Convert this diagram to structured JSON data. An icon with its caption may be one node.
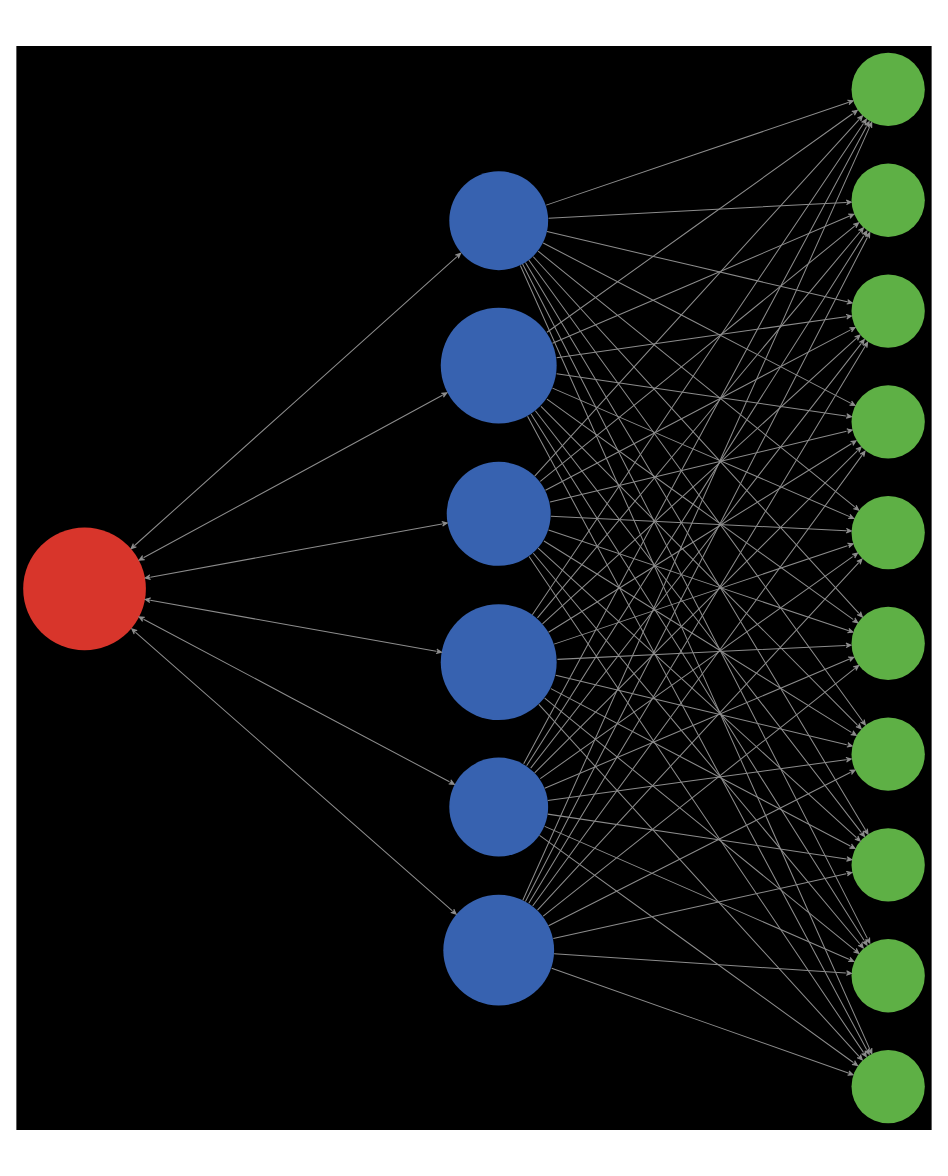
{
  "diagram": {
    "nodes": [
      {
        "text": [],
        "shape": "circle"
      },
      {
        "text": [],
        "shape": "circle"
      },
      {
        "text": [],
        "shape": "circle"
      },
      {
        "text": [],
        "shape": "circle"
      },
      {
        "text": [],
        "shape": "circle"
      },
      {
        "text": [],
        "shape": "circle"
      },
      {
        "text": [],
        "shape": "circle"
      },
      {
        "text": [],
        "shape": "circle"
      },
      {
        "text": [],
        "shape": "circle"
      },
      {
        "text": [],
        "shape": "circle"
      },
      {
        "text": [],
        "shape": "circle"
      },
      {
        "text": [],
        "shape": "circle"
      },
      {
        "text": [],
        "shape": "circle"
      },
      {
        "text": [],
        "shape": "circle"
      },
      {
        "text": [],
        "shape": "circle"
      },
      {
        "text": [],
        "shape": "circle"
      },
      {
        "text": [],
        "shape": "circle"
      }
    ],
    "edges": [
      {
        "from": 0,
        "to": 1,
        "arrow": "both"
      },
      {
        "from": 0,
        "to": 2,
        "arrow": "both"
      },
      {
        "from": 0,
        "to": 3,
        "arrow": "both"
      },
      {
        "from": 0,
        "to": 4,
        "arrow": "both"
      },
      {
        "from": 0,
        "to": 5,
        "arrow": "both"
      },
      {
        "from": 0,
        "to": 6,
        "arrow": "both"
      },
      {
        "from": 1,
        "to": 7,
        "arrow": "to"
      },
      {
        "from": 1,
        "to": 8,
        "arrow": "to"
      },
      {
        "from": 1,
        "to": 9,
        "arrow": "to"
      },
      {
        "from": 1,
        "to": 10,
        "arrow": "to"
      },
      {
        "from": 1,
        "to": 11,
        "arrow": "to"
      },
      {
        "from": 1,
        "to": 12,
        "arrow": "to"
      },
      {
        "from": 1,
        "to": 13,
        "arrow": "to"
      },
      {
        "from": 1,
        "to": 14,
        "arrow": "to"
      },
      {
        "from": 1,
        "to": 15,
        "arrow": "to"
      },
      {
        "from": 1,
        "to": 16,
        "arrow": "to"
      },
      {
        "from": 2,
        "to": 7,
        "arrow": "to"
      },
      {
        "from": 2,
        "to": 8,
        "arrow": "to"
      },
      {
        "from": 2,
        "to": 9,
        "arrow": "to"
      },
      {
        "from": 2,
        "to": 10,
        "arrow": "to"
      },
      {
        "from": 2,
        "to": 11,
        "arrow": "to"
      },
      {
        "from": 2,
        "to": 12,
        "arrow": "to"
      },
      {
        "from": 2,
        "to": 13,
        "arrow": "to"
      },
      {
        "from": 2,
        "to": 14,
        "arrow": "to"
      },
      {
        "from": 2,
        "to": 15,
        "arrow": "to"
      },
      {
        "from": 2,
        "to": 16,
        "arrow": "to"
      },
      {
        "from": 3,
        "to": 7,
        "arrow": "to"
      },
      {
        "from": 3,
        "to": 8,
        "arrow": "to"
      },
      {
        "from": 3,
        "to": 9,
        "arrow": "to"
      },
      {
        "from": 3,
        "to": 10,
        "arrow": "to"
      },
      {
        "from": 3,
        "to": 11,
        "arrow": "to"
      },
      {
        "from": 3,
        "to": 12,
        "arrow": "to"
      },
      {
        "from": 3,
        "to": 13,
        "arrow": "to"
      },
      {
        "from": 3,
        "to": 14,
        "arrow": "to"
      },
      {
        "from": 3,
        "to": 15,
        "arrow": "to"
      },
      {
        "from": 3,
        "to": 16,
        "arrow": "to"
      },
      {
        "from": 4,
        "to": 7,
        "arrow": "to"
      },
      {
        "from": 4,
        "to": 8,
        "arrow": "to"
      },
      {
        "from": 4,
        "to": 9,
        "arrow": "to"
      },
      {
        "from": 4,
        "to": 10,
        "arrow": "to"
      },
      {
        "from": 4,
        "to": 11,
        "arrow": "to"
      },
      {
        "from": 4,
        "to": 12,
        "arrow": "to"
      },
      {
        "from": 4,
        "to": 13,
        "arrow": "to"
      },
      {
        "from": 4,
        "to": 14,
        "arrow": "to"
      },
      {
        "from": 4,
        "to": 15,
        "arrow": "to"
      },
      {
        "from": 4,
        "to": 16,
        "arrow": "to"
      },
      {
        "from": 5,
        "to": 7,
        "arrow": "to"
      },
      {
        "from": 5,
        "to": 8,
        "arrow": "to"
      },
      {
        "from": 5,
        "to": 9,
        "arrow": "to"
      },
      {
        "from": 5,
        "to": 10,
        "arrow": "to"
      },
      {
        "from": 5,
        "to": 11,
        "arrow": "to"
      },
      {
        "from": 5,
        "to": 12,
        "arrow": "to"
      },
      {
        "from": 5,
        "to": 13,
        "arrow": "to"
      },
      {
        "from": 5,
        "to": 14,
        "arrow": "to"
      },
      {
        "from": 5,
        "to": 15,
        "arrow": "to"
      },
      {
        "from": 5,
        "to": 16,
        "arrow": "to"
      },
      {
        "from": 6,
        "to": 7,
        "arrow": "to"
      },
      {
        "from": 6,
        "to": 8,
        "arrow": "to"
      },
      {
        "from": 6,
        "to": 9,
        "arrow": "to"
      },
      {
        "from": 6,
        "to": 10,
        "arrow": "to"
      },
      {
        "from": 6,
        "to": 11,
        "arrow": "to"
      },
      {
        "from": 6,
        "to": 12,
        "arrow": "to"
      },
      {
        "from": 6,
        "to": 13,
        "arrow": "to"
      },
      {
        "from": 6,
        "to": 14,
        "arrow": "to"
      },
      {
        "from": 6,
        "to": 15,
        "arrow": "to"
      },
      {
        "from": 6,
        "to": 16,
        "arrow": "to"
      }
    ]
  }
}
